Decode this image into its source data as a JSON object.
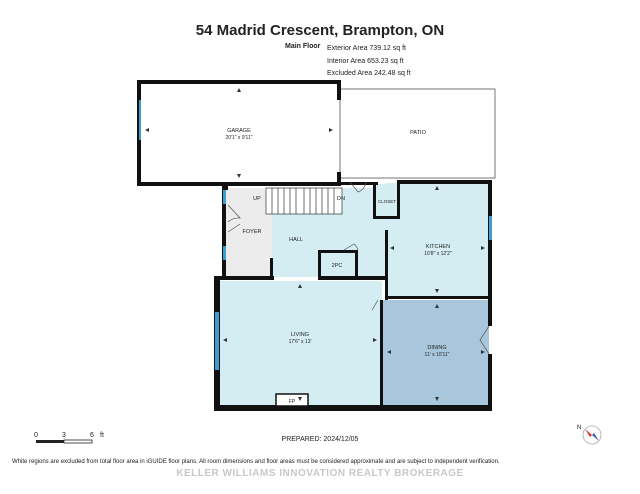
{
  "title": "54 Madrid Crescent, Brampton, ON",
  "floor": {
    "name": "Main Floor",
    "exterior_area": "Exterior Area 739.12 sq ft",
    "interior_area": "Interior Area 653.23 sq ft",
    "excluded_area": "Excluded Area 242.48 sq ft"
  },
  "rooms": {
    "garage": {
      "name": "GARAGE",
      "dims": "20'1\" x 9'11\""
    },
    "patio": {
      "name": "PATIO"
    },
    "foyer": {
      "name": "FOYER"
    },
    "hall": {
      "name": "HALL"
    },
    "closet": {
      "name": "CLOSET"
    },
    "kitchen": {
      "name": "KITCHEN",
      "dims": "10'8\" x 12'2\""
    },
    "twopc": {
      "name": "2PC"
    },
    "living": {
      "name": "LIVING",
      "dims": "17'6\" x 13'"
    },
    "dining": {
      "name": "DINING",
      "dims": "11' x 10'11\""
    },
    "fireplace": {
      "name": "FP"
    }
  },
  "stairs": {
    "up": "UP",
    "dn": "DN"
  },
  "scale_bar": {
    "ticks": [
      "0",
      "3",
      "6"
    ],
    "unit": "ft"
  },
  "prepared": "PREPARED: 2024/12/05",
  "disclaimer": "White regions are excluded from total floor area in iGUIDE floor plans. All room dimensions and floor areas must be considered approximate and are subject to independent verification.",
  "watermark": "KELLER WILLIAMS INNOVATION REALTY BROKERAGE",
  "compass_label": "N",
  "colors": {
    "wall": "#111111",
    "blue_room": "#d4edf3",
    "dining_room": "#a9c7dc",
    "grey_room": "#ececec",
    "window": "#3b9fd1"
  }
}
